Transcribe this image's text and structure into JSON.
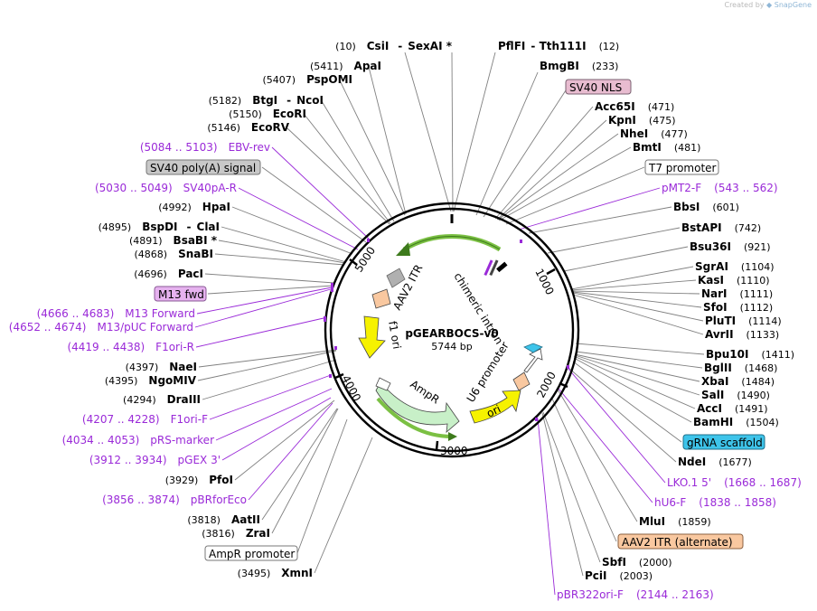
{
  "credit": {
    "prefix": "Created by",
    "brand": "SnapGene"
  },
  "plasmid": {
    "name": "pGEARBOCS-v0",
    "length": "5744 bp"
  },
  "ticks": [
    "1000",
    "2000",
    "3000",
    "4000",
    "5000"
  ],
  "features": {
    "chimeric_intron": "chimeric intron",
    "aav2_itr": "AAV2 ITR",
    "f1_ori": "f1 ori",
    "ampr": "AmpR",
    "u6_promoter": "U6 promoter",
    "ori": "ori"
  },
  "right_labels": [
    {
      "name": "PflFI",
      "sep": "-",
      "name2": "Tth111I",
      "pos": "(12)"
    },
    {
      "name": "BmgBI",
      "pos": "(233)"
    },
    {
      "box": "SV40 NLS"
    },
    {
      "name": "Acc65I",
      "pos": "(471)"
    },
    {
      "name": "KpnI",
      "pos": "(475)"
    },
    {
      "name": "NheI",
      "pos": "(477)"
    },
    {
      "name": "BmtI",
      "pos": "(481)"
    },
    {
      "box": "T7 promoter"
    },
    {
      "primer": "pMT2-F",
      "range": "(543 .. 562)"
    },
    {
      "name": "BbsI",
      "pos": "(601)"
    },
    {
      "name": "BstAPI",
      "pos": "(742)"
    },
    {
      "name": "Bsu36I",
      "pos": "(921)"
    },
    {
      "name": "SgrAI",
      "pos": "(1104)"
    },
    {
      "name": "KasI",
      "pos": "(1110)"
    },
    {
      "name": "NarI",
      "pos": "(1111)"
    },
    {
      "name": "SfoI",
      "pos": "(1112)"
    },
    {
      "name": "PluTI",
      "pos": "(1114)"
    },
    {
      "name": "AvrII",
      "pos": "(1133)"
    },
    {
      "name": "Bpu10I",
      "pos": "(1411)"
    },
    {
      "name": "BglII",
      "pos": "(1468)"
    },
    {
      "name": "XbaI",
      "pos": "(1484)"
    },
    {
      "name": "SalI",
      "pos": "(1490)"
    },
    {
      "name": "AccI",
      "pos": "(1491)"
    },
    {
      "name": "BamHI",
      "pos": "(1504)"
    },
    {
      "box": "gRNA scaffold"
    },
    {
      "name": "NdeI",
      "pos": "(1677)"
    },
    {
      "primer": "LKO.1 5'",
      "range": "(1668 .. 1687)"
    },
    {
      "primer": "hU6-F",
      "range": "(1838 .. 1858)"
    },
    {
      "name": "MluI",
      "pos": "(1859)"
    },
    {
      "box": "AAV2 ITR (alternate)"
    },
    {
      "name": "SbfI",
      "pos": "(2000)"
    },
    {
      "name": "PciI",
      "pos": "(2003)"
    },
    {
      "primer": "pBR322ori-F",
      "range": "(2144 .. 2163)"
    }
  ],
  "left_labels": [
    {
      "pos": "(10)",
      "name": "CsiI",
      "sep": "-",
      "name2": "SexAI *"
    },
    {
      "pos": "(5411)",
      "name": "ApaI"
    },
    {
      "pos": "(5407)",
      "name": "PspOMI"
    },
    {
      "pos": "(5182)",
      "name": "BtgI",
      "sep": "-",
      "name2": "NcoI"
    },
    {
      "pos": "(5150)",
      "name": "EcoRI"
    },
    {
      "pos": "(5146)",
      "name": "EcoRV"
    },
    {
      "range": "(5084 .. 5103)",
      "primer": "EBV-rev"
    },
    {
      "box": "SV40 poly(A) signal"
    },
    {
      "range": "(5030 .. 5049)",
      "primer": "SV40pA-R"
    },
    {
      "pos": "(4992)",
      "name": "HpaI"
    },
    {
      "pos": "(4895)",
      "name": "BspDI",
      "sep": "-",
      "name2": "ClaI"
    },
    {
      "pos": "(4891)",
      "name": "BsaBI *"
    },
    {
      "pos": "(4868)",
      "name": "SnaBI"
    },
    {
      "pos": "(4696)",
      "name": "PacI"
    },
    {
      "box": "M13 fwd"
    },
    {
      "range": "(4666 .. 4683)",
      "primer": "M13 Forward"
    },
    {
      "range": "(4652 .. 4674)",
      "primer": "M13/pUC Forward"
    },
    {
      "range": "(4419 .. 4438)",
      "primer": "F1ori-R"
    },
    {
      "pos": "(4397)",
      "name": "NaeI"
    },
    {
      "pos": "(4395)",
      "name": "NgoMIV"
    },
    {
      "pos": "(4294)",
      "name": "DraIII"
    },
    {
      "range": "(4207 .. 4228)",
      "primer": "F1ori-F"
    },
    {
      "range": "(4034 .. 4053)",
      "primer": "pRS-marker"
    },
    {
      "range": "(3912 .. 3934)",
      "primer": "pGEX 3'"
    },
    {
      "pos": "(3929)",
      "name": "PfoI"
    },
    {
      "range": "(3856 .. 3874)",
      "primer": "pBRforEco"
    },
    {
      "pos": "(3818)",
      "name": "AatII"
    },
    {
      "pos": "(3816)",
      "name": "ZraI"
    },
    {
      "box": "AmpR promoter"
    },
    {
      "pos": "(3495)",
      "name": "XmnI"
    }
  ],
  "colors": {
    "purple": "#9a2ad8",
    "line": "#808080",
    "snv40_nls_box": "#e8bcd0",
    "t7_box": "#ffffff",
    "grna_box": "#3ec4ea",
    "aav2_alt_box": "#f9c8a0",
    "sv40pa_box": "#c8c8c8",
    "m13fwd_box": "#e6b2ef",
    "ampr_box": "#ffffff",
    "yellow": "#f6f200",
    "ampr_fill": "#c8f0c8",
    "green_arc": "#7bc043"
  }
}
